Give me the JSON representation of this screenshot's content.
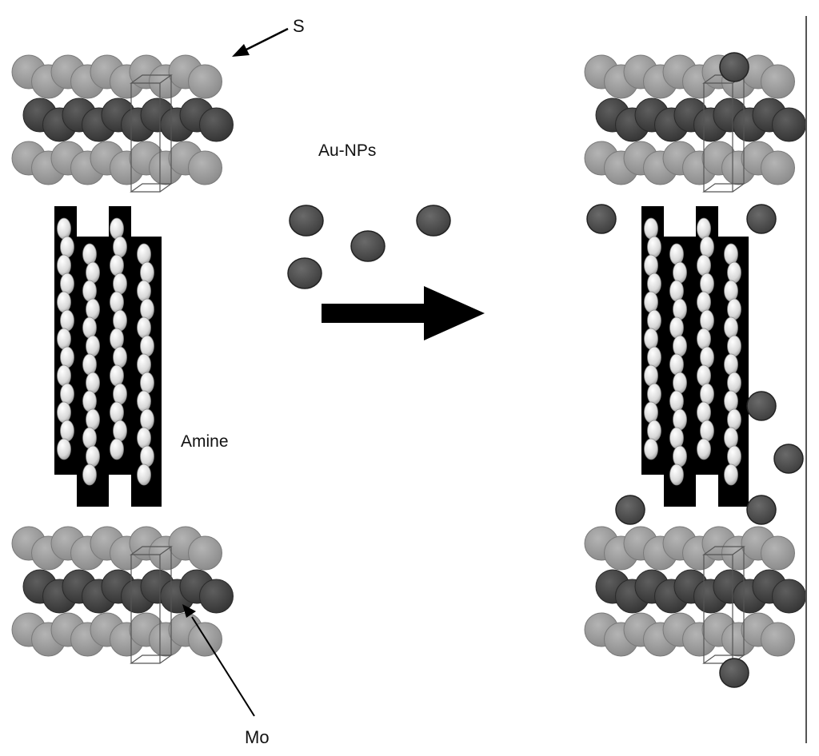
{
  "labels": {
    "sulfur": "S",
    "gold_nanoparticles": "Au-NPs",
    "amine": "Amine",
    "molybdenum": "Mo"
  },
  "colors": {
    "sulfur_atom": "#9a9a9a",
    "molybdenum_atom": "#4a4a4a",
    "gold_nanoparticle": "#555555",
    "amine_interlayer": "#000000",
    "amine_chain": "#eeeeee",
    "arrow": "#000000",
    "divider": "#555555"
  },
  "icons": {
    "reaction_arrow": "right-arrow-icon"
  }
}
